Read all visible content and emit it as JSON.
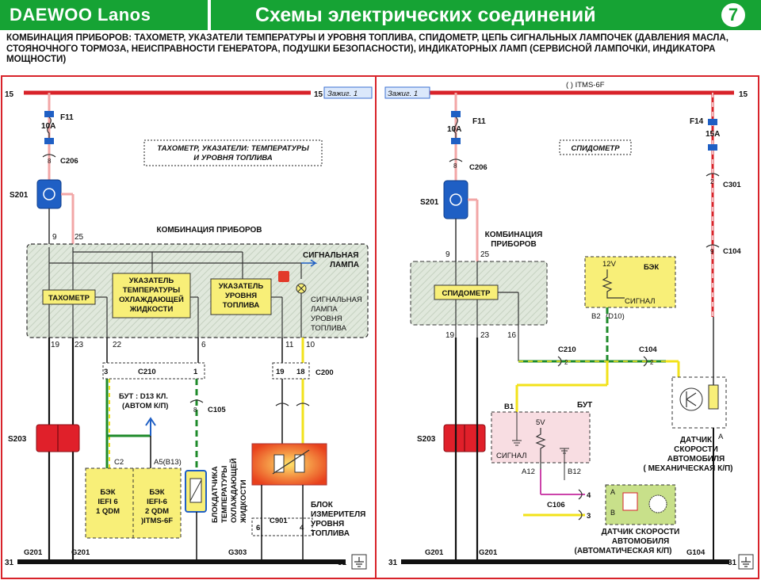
{
  "header": {
    "brand": "DAEWOO Lanos",
    "title": "Схемы электрических соединений",
    "page_number": "7"
  },
  "subtitle": "КОМБИНАЦИЯ ПРИБОРОВ: ТАХОМЕТР, УКАЗАТЕЛИ ТЕМПЕРАТУРЫ И УРОВНЯ ТОПЛИВА, СПИДОМЕТР, ЦЕПЬ СИГНАЛЬНЫХ ЛАМПОЧЕК (ДАВЛЕНИЯ МАСЛА, СТОЯНОЧНОГО ТОРМОЗА, НЕИСПРАВНОСТИ ГЕНЕРАТОРА, ПОДУШКИ БЕЗОПАСНОСТИ), ИНДИКАТОРНЫХ ЛАМП (СЕРВИСНОЙ ЛАМПОЧКИ, ИНДИКАТОРА МОЩНОСТИ)",
  "colors": {
    "header_green": "#16a334",
    "bus_red": "#d8232a",
    "wire_pink": "#f2a6a6",
    "wire_yellow": "#f2e21a",
    "wire_green": "#1e8a2a",
    "module_fill": "#cfe3c6",
    "fuse_blue": "#1f5fc4",
    "connector_red": "#e0202a",
    "ecu_yellow": "#f8ef78",
    "but_pink": "#f8dde2"
  },
  "left": {
    "bus15_left": "15",
    "bus15_right": "15",
    "ign_label": "Зажиг. 1",
    "fuse": {
      "name": "F11",
      "rating": "10A"
    },
    "connector_c206": "C206",
    "pin_c206": "8",
    "splice": "S201",
    "note_line1": "ТАХОМЕТР, УКАЗАТЕЛИ: ТЕМПЕРАТУРЫ",
    "note_line2": "И УРОВНЯ ТОПЛИВА",
    "cluster_title": "КОМБИНАЦИЯ ПРИБОРОВ",
    "pin_9": "9",
    "pin_25": "25",
    "signal_lamp_line1": "СИГНАЛЬНАЯ",
    "signal_lamp_line2": "ЛАМПА",
    "tacho": "ТАХОМЕТР",
    "temp_gauge_line1": "УКАЗАТЕЛЬ",
    "temp_gauge_line2": "ТЕМПЕРАТУРЫ",
    "temp_gauge_line3": "ОХЛАЖДАЮЩЕЙ",
    "temp_gauge_line4": "ЖИДКОСТИ",
    "fuel_gauge_line1": "УКАЗАТЕЛЬ",
    "fuel_gauge_line2": "УРОВНЯ",
    "fuel_gauge_line3": "ТОПЛИВА",
    "fuel_lamp_line1": "СИГНАЛЬНАЯ",
    "fuel_lamp_line2": "ЛАМПА",
    "fuel_lamp_line3": "УРОВНЯ",
    "fuel_lamp_line4": "ТОПЛИВА",
    "pin_19": "19",
    "pin_23": "23",
    "pin_22": "22",
    "pin_6": "6",
    "pin_11": "11",
    "pin_10": "10",
    "c210": "C210",
    "c210_pin3": "3",
    "c210_pin1": "1",
    "c200": "C200",
    "c200_pin19": "19",
    "c200_pin18": "18",
    "but_note_line1": "БУТ : D13 КЛ.",
    "but_note_line2": "(АВТОМ К/П)",
    "c105": "C105",
    "c105_pin": "8",
    "splice_s203": "S203",
    "c2": "C2",
    "a5": "A5(B13)",
    "ecu1_line1": "БЭК",
    "ecu1_line2": "IEFI 6",
    "ecu1_line3": "1 QDM",
    "ecu2_line1": "БЭК",
    "ecu2_line2": "IEFI-6",
    "ecu2_line3": "2 QDM",
    "ecu2_line4": ")ITMS-6F",
    "sensor_label_line1": "БЛОКДАТЧИКА",
    "sensor_label_line2": "ТЕМПЕРАТУРЫ",
    "sensor_label_line3": "ОХЛАЖДАЮЩЕЙ",
    "sensor_label_line4": "ЖИДКОСТИ",
    "c901": "C901",
    "c901_pin6": "6",
    "c901_pin4": "4",
    "fuel_unit_line1": "БЛОК",
    "fuel_unit_line2": "ИЗМЕРИТЕЛЯ",
    "fuel_unit_line3": "УРОВНЯ",
    "fuel_unit_line4": "ТОПЛИВА",
    "g201a": "G201",
    "g201b": "G201",
    "g303": "G303",
    "bus31_left": "31",
    "bus31_right": "31"
  },
  "right": {
    "ign_label": "Зажиг. 1",
    "itms_label": "( ) ITMS-6F",
    "bus15_right": "15",
    "fuse_f11": {
      "name": "F11",
      "rating": "10A"
    },
    "fuse_f14": {
      "name": "F14",
      "rating": "15A"
    },
    "c206": "C206",
    "c206_pin": "8",
    "splice": "S201",
    "c301": "C301",
    "c301_pin": "2",
    "c104_top": "C104",
    "c104_top_pin": "9",
    "note": "СПИДОМЕТР",
    "cluster_line1": "КОМБИНАЦИЯ",
    "cluster_line2": "ПРИБОРОВ",
    "pin_9": "9",
    "pin_25": "25",
    "speedo": "СПИДОМЕТР",
    "pin_19": "19",
    "pin_23": "23",
    "pin_16": "16",
    "ecu_title": "БЭК",
    "ecu_12v": "12V",
    "ecu_signal": "СИГНАЛ",
    "ecu_pin": "B2",
    "ecu_pin_alt": "(D10)",
    "c210": "C210",
    "c210_pin": "2",
    "c104": "C104",
    "c104_pin": "2",
    "b1": "B1",
    "but_title": "БУТ",
    "but_5v": "5V",
    "but_signal": "СИГНАЛ",
    "a12": "A12",
    "b12": "B12",
    "splice_s203": "S203",
    "mech_line1": "ДАТЧИК",
    "mech_line2": "СКОРОСТИ",
    "mech_line3": "АВТОМОБИЛЯ",
    "mech_line4": "( МЕХАНИЧЕСКАЯ К/П)",
    "mech_pin": "A",
    "c106": "C106",
    "c106_pin4": "4",
    "c106_pin3": "3",
    "pin_a": "A",
    "pin_b": "B",
    "auto_line1": "ДАТЧИК СКОРОСТИ",
    "auto_line2": "АВТОМОБИЛЯ",
    "auto_line3": "(АВТОМАТИЧЕСКАЯ К/П)",
    "g201a": "G201",
    "g201b": "G201",
    "g104": "G104",
    "bus31_left": "31",
    "bus31_right": "31"
  }
}
